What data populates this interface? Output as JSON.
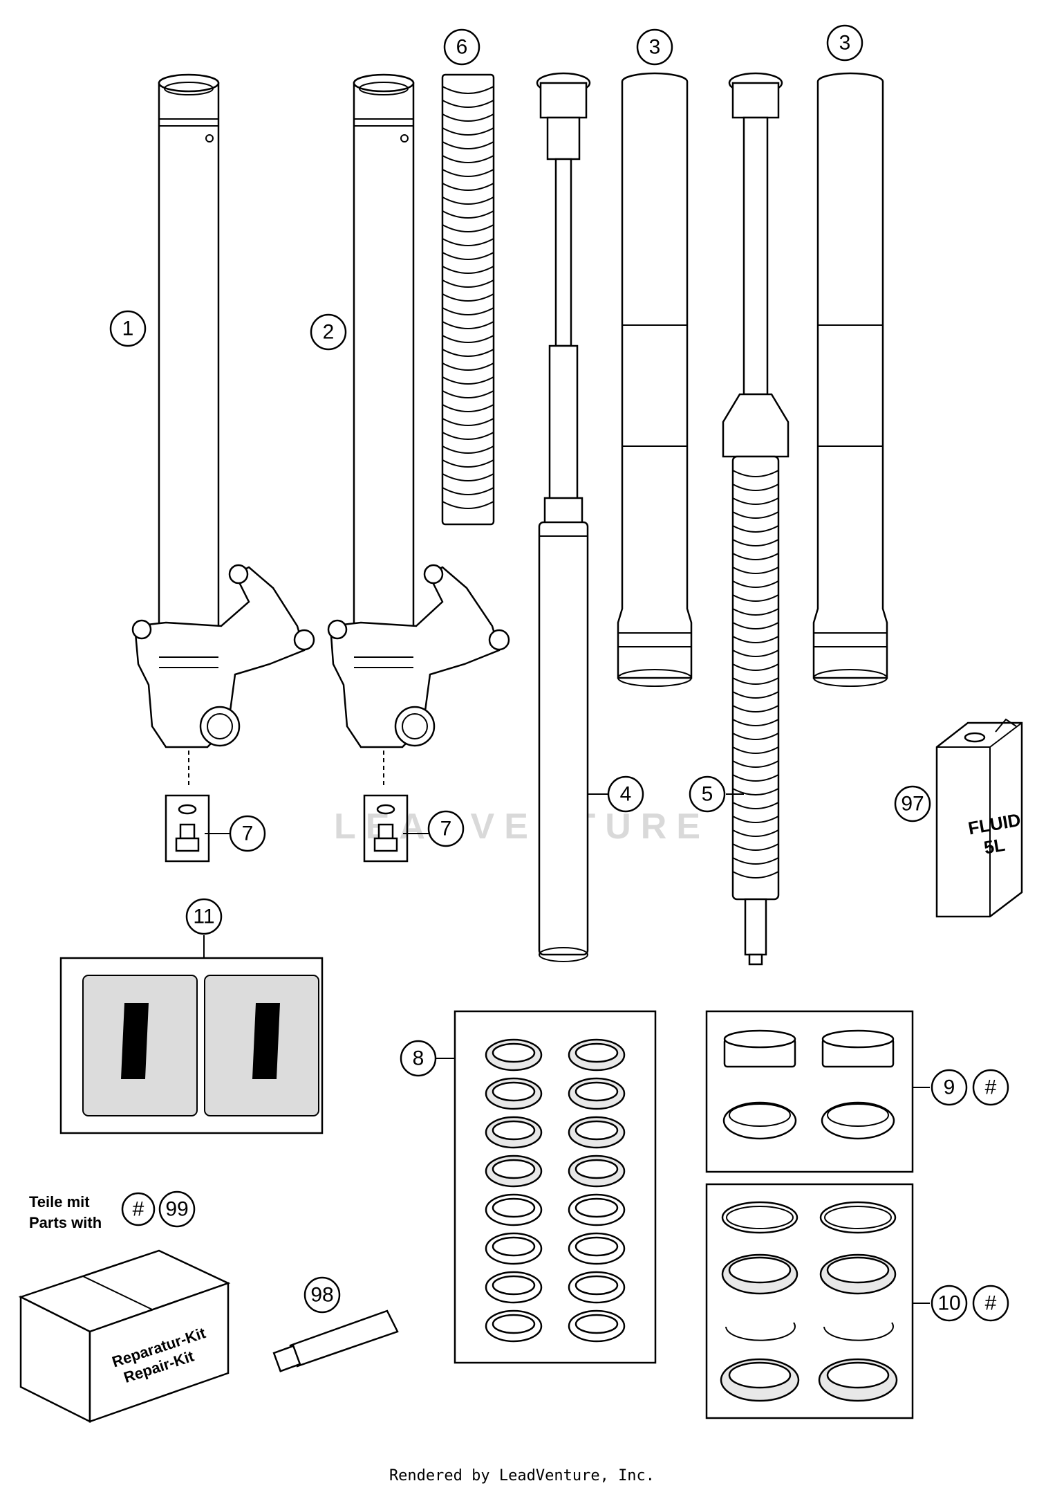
{
  "callouts": {
    "c1": "1",
    "c2": "2",
    "c3a": "3",
    "c3b": "3",
    "c4": "4",
    "c5": "5",
    "c6": "6",
    "c7a": "7",
    "c7b": "7",
    "c8": "8",
    "c9": "9",
    "c9hash": "#",
    "c10": "10",
    "c10hash": "#",
    "c11": "11",
    "c97": "97",
    "c98": "98",
    "c99": "99",
    "hash_legend": "#"
  },
  "legend": {
    "line1": "Teile mit",
    "line2": "Parts with"
  },
  "kit_box": {
    "line1": "Reparatur-Kit",
    "line2": "Repair-Kit"
  },
  "fluid_can": {
    "line1": "FLUID",
    "line2": "5L"
  },
  "watermark": "LEADVENTURE",
  "footer": "Rendered by LeadVenture, Inc.",
  "colors": {
    "line": "#000000",
    "background": "#ffffff",
    "watermark": "#d9d9d9",
    "decal": "#dcdcdc"
  }
}
